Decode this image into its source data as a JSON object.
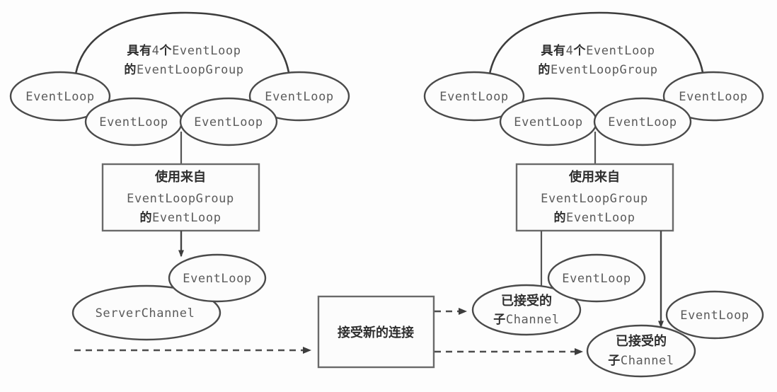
{
  "diagram": {
    "title_semantics": "Netty EventLoopGroup allocation diagram",
    "colors": {
      "background": "#fdfdfd",
      "shape_fill": "#fcfcfc",
      "shape_stroke": "#4a4a4a",
      "box_stroke": "#6a6a6a",
      "mono_text": "#5b5b5b",
      "cn_text": "#2e2e2e",
      "dash_stroke": "#4d4d4d"
    },
    "labels": {
      "event_loop": "EventLoop",
      "server_channel": "ServerChannel",
      "group_line1_cn": "具有",
      "group_line1_num": "4",
      "group_line1_cn2": "个",
      "group_line1_mono": "EventLoop",
      "group_line2_cn": "的",
      "group_line2_mono": "EventLoopGroup",
      "box_line1": "使用来自",
      "box_line2": "EventLoopGroup",
      "box_line3_cn": "的",
      "box_line3_mono": "EventLoop",
      "accept_box": "接受新的连接",
      "accepted_child_line1": "已接受的",
      "accepted_child_line2_cn": "子",
      "accepted_child_line2_mono": "Channel"
    }
  },
  "left_group": {
    "name": "boss-event-loop-group",
    "cloud_caption_line1": "具有4个EventLoop",
    "cloud_caption_line2": "的EventLoopGroup",
    "event_loops": [
      {
        "label": "EventLoop",
        "position": "far-left"
      },
      {
        "label": "EventLoop",
        "position": "mid-left"
      },
      {
        "label": "EventLoop",
        "position": "mid-right"
      },
      {
        "label": "EventLoop",
        "position": "far-right"
      }
    ],
    "box": {
      "line1": "使用来自",
      "line2": "EventLoopGroup",
      "line3": "的EventLoop"
    },
    "selected_event_loop": "EventLoop",
    "server_channel": "ServerChannel"
  },
  "right_group": {
    "name": "worker-event-loop-group",
    "cloud_caption_line1": "具有4个EventLoop",
    "cloud_caption_line2": "的EventLoopGroup",
    "event_loops": [
      {
        "label": "EventLoop",
        "position": "far-left"
      },
      {
        "label": "EventLoop",
        "position": "mid-left"
      },
      {
        "label": "EventLoop",
        "position": "mid-right"
      },
      {
        "label": "EventLoop",
        "position": "far-right"
      }
    ],
    "box": {
      "line1": "使用来自",
      "line2": "EventLoopGroup",
      "line3": "的EventLoop"
    },
    "assigned_event_loops": [
      {
        "label": "EventLoop",
        "position": "upper"
      },
      {
        "label": "EventLoop",
        "position": "lower"
      }
    ],
    "accepted_channels": [
      {
        "line1": "已接受的",
        "line2": "子Channel",
        "position": "upper"
      },
      {
        "line1": "已接受的",
        "line2": "子Channel",
        "position": "lower"
      }
    ]
  },
  "center": {
    "accept_box_label": "接受新的连接"
  }
}
